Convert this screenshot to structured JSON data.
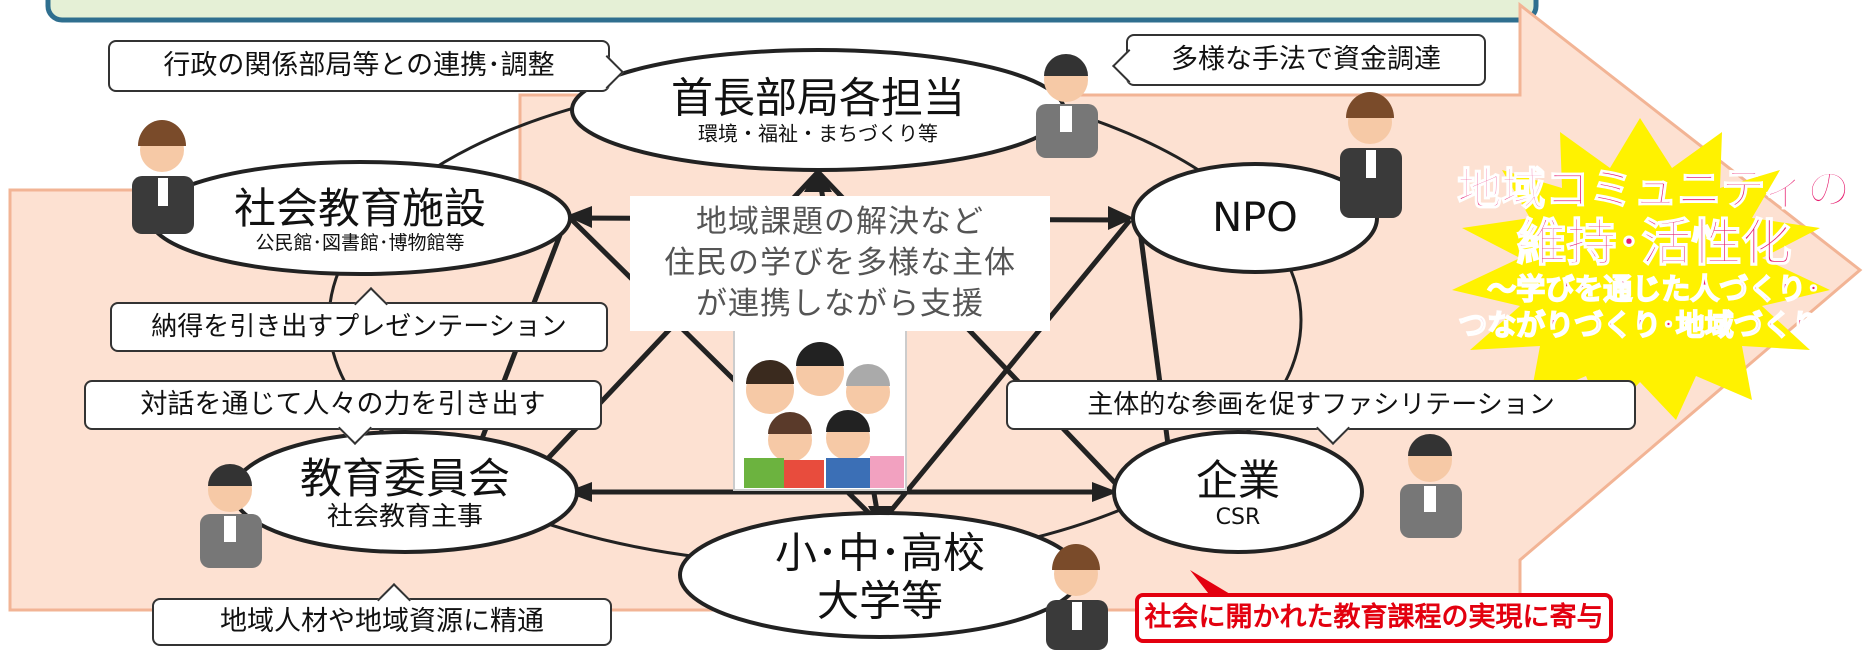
{
  "nodes": {
    "mayor": {
      "title": "首長部局各担当",
      "sub": "環境・福祉・まちづくり等"
    },
    "social_facility": {
      "title": "社会教育施設",
      "sub": "公民館･図書館･博物館等"
    },
    "npo": {
      "title": "NPO"
    },
    "board": {
      "title": "教育委員会",
      "sub": "社会教育主事"
    },
    "company": {
      "title": "企業",
      "sub": "CSR"
    },
    "school": {
      "title": "小･中･高校",
      "sub": "大学等"
    }
  },
  "center": {
    "lines": [
      "地域課題の解決など",
      "住民の学びを多様な主体",
      "が連携しながら支援"
    ]
  },
  "callouts": {
    "admin": "行政の関係部局等との連携･調整",
    "funding": "多様な手法で資金調達",
    "presentation": "納得を引き出すプレゼンテーション",
    "dialogue": "対話を通じて人々の力を引き出す",
    "facilitation": "主体的な参画を促すファシリテーション",
    "local": "地域人材や地域資源に精通"
  },
  "goal": {
    "line1": "地域コミュニティの",
    "line2": "維持･活性化",
    "line3": "～学びを通じた人づくり･",
    "line4": "つながりづくり･地域づくり～"
  },
  "red_box": "社会に開かれた教育課程の実現に寄与",
  "colors": {
    "band": "#fde1d2",
    "banner": "#e5f0d6",
    "banner_border": "#2f6f8f",
    "goal_text": "#e61c6e",
    "starburst": "#fff200",
    "red": "#e3000f"
  }
}
